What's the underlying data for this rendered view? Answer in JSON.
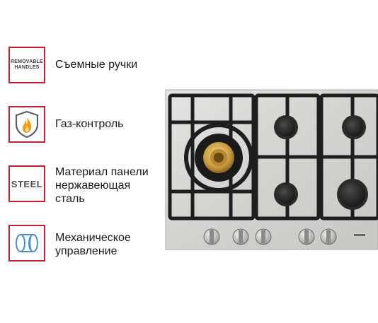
{
  "features": [
    {
      "icon": "removable-handles-icon",
      "badge_text": "REMOVABLE\nHANDLES",
      "label": "Съемные ручки"
    },
    {
      "icon": "flame-shield-icon",
      "badge_text": "",
      "label": "Газ-контроль"
    },
    {
      "icon": "steel-icon",
      "badge_text": "STEEL",
      "label": "Материал панели\nнержавеющая\nсталь"
    },
    {
      "icon": "knob-cylinder-icon",
      "badge_text": "",
      "label": "Механическое\nуправление"
    }
  ],
  "colors": {
    "badge_border": "#c0203a",
    "flame_orange": "#f39c12",
    "icon_blue": "#4a90c8"
  }
}
